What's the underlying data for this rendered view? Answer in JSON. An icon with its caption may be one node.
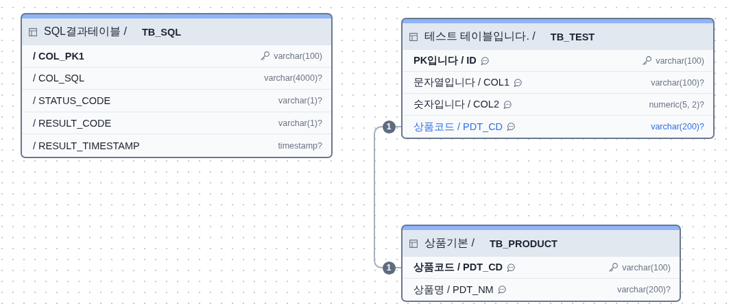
{
  "diagram": {
    "nodes": [
      {
        "text": [
          "SQL결과테이블 /",
          "TB_SQL"
        ]
      },
      {
        "text": [
          "/ COL_PK1",
          "varchar(100)"
        ],
        "in": 0
      },
      {
        "text": [
          "/ COL_SQL",
          "varchar(4000)?"
        ],
        "in": 0
      },
      {
        "text": [
          "/ STATUS_CODE",
          "varchar(1)?"
        ],
        "in": 0
      },
      {
        "text": [
          "/ RESULT_CODE",
          "varchar(1)?"
        ],
        "in": 0
      },
      {
        "text": [
          "/ RESULT_TIMESTAMP",
          "timestamp?"
        ],
        "in": 0
      },
      {
        "text": [
          "테스트 테이블입니다. /",
          "TB_TEST"
        ]
      },
      {
        "text": [
          "PK입니다 / ID",
          "varchar(100)"
        ],
        "in": 6
      },
      {
        "text": [
          "문자열입니다 / COL1",
          "varchar(100)?"
        ],
        "in": 6
      },
      {
        "text": [
          "숫자입니다 / COL2",
          "numeric(5, 2)?"
        ],
        "in": 6
      },
      {
        "text": [
          "상품코드 / PDT_CD",
          "varchar(200)?"
        ],
        "in": 6
      },
      {
        "text": [
          "상품기본 /",
          "TB_PRODUCT"
        ]
      },
      {
        "text": [
          "상품코드 / PDT_CD",
          "varchar(100)"
        ],
        "in": 11
      },
      {
        "text": [
          "상품명 / PDT_NM",
          "varchar(200)?"
        ],
        "in": 11
      }
    ],
    "edges": [
      {
        "from": 10,
        "to": 12,
        "arrow": "none"
      }
    ],
    "labels": [
      "1",
      "1"
    ]
  }
}
